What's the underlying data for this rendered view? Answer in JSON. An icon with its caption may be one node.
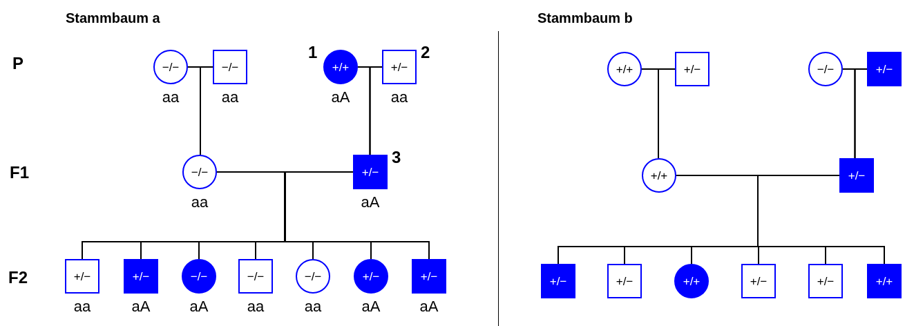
{
  "diagram": {
    "nodes": [
      {
        "text": [
          "−/−"
        ],
        "beside": [
          "aa"
        ]
      },
      {
        "text": [
          "−/−"
        ],
        "beside": [
          "aa"
        ]
      },
      {
        "text": [
          "+/+"
        ],
        "beside": [
          "1",
          "aA"
        ]
      },
      {
        "text": [
          "+/−"
        ],
        "beside": [
          "2",
          "aa"
        ]
      },
      {
        "text": [
          "−/−"
        ],
        "beside": [
          "aa"
        ]
      },
      {
        "text": [
          "+/−"
        ],
        "beside": [
          "3",
          "aA"
        ]
      },
      {
        "text": [
          "+/−"
        ],
        "beside": [
          "aa"
        ]
      },
      {
        "text": [
          "+/−"
        ],
        "beside": [
          "aA"
        ]
      },
      {
        "text": [
          "−/−"
        ],
        "beside": [
          "aA"
        ]
      },
      {
        "text": [
          "−/−"
        ],
        "beside": [
          "aa"
        ]
      },
      {
        "text": [
          "−/−"
        ],
        "beside": [
          "aa"
        ]
      },
      {
        "text": [
          "+/−"
        ],
        "beside": [
          "aA"
        ]
      },
      {
        "text": [
          "+/−"
        ],
        "beside": [
          "aA"
        ]
      },
      {
        "text": [
          "+/+"
        ]
      },
      {
        "text": [
          "+/−"
        ]
      },
      {
        "text": [
          "−/−"
        ]
      },
      {
        "text": [
          "+/−"
        ]
      },
      {
        "text": [
          "+/+"
        ]
      },
      {
        "text": [
          "+/−"
        ]
      },
      {
        "text": [
          "+/−"
        ]
      },
      {
        "text": [
          "+/−"
        ]
      },
      {
        "text": [
          "+/+"
        ]
      },
      {
        "text": [
          "+/−"
        ]
      },
      {
        "text": [
          "+/−"
        ]
      },
      {
        "text": [
          "+/+"
        ]
      }
    ],
    "edges": [
      {
        "from": 0,
        "to": 1,
        "arrow": "none"
      },
      {
        "from": 2,
        "to": 3,
        "arrow": "none"
      },
      {
        "from": 0,
        "to": 4,
        "arrow": "none"
      },
      {
        "from": 1,
        "to": 4,
        "arrow": "none"
      },
      {
        "from": 2,
        "to": 5,
        "arrow": "none"
      },
      {
        "from": 3,
        "to": 5,
        "arrow": "none"
      },
      {
        "from": 4,
        "to": 5,
        "arrow": "none"
      },
      {
        "from": 4,
        "to": 6,
        "arrow": "none"
      },
      {
        "from": 5,
        "to": 6,
        "arrow": "none"
      },
      {
        "from": 4,
        "to": 7,
        "arrow": "none"
      },
      {
        "from": 5,
        "to": 7,
        "arrow": "none"
      },
      {
        "from": 4,
        "to": 8,
        "arrow": "none"
      },
      {
        "from": 5,
        "to": 8,
        "arrow": "none"
      },
      {
        "from": 4,
        "to": 9,
        "arrow": "none"
      },
      {
        "from": 5,
        "to": 9,
        "arrow": "none"
      },
      {
        "from": 4,
        "to": 10,
        "arrow": "none"
      },
      {
        "from": 5,
        "to": 10,
        "arrow": "none"
      },
      {
        "from": 4,
        "to": 11,
        "arrow": "none"
      },
      {
        "from": 5,
        "to": 11,
        "arrow": "none"
      },
      {
        "from": 4,
        "to": 12,
        "arrow": "none"
      },
      {
        "from": 5,
        "to": 12,
        "arrow": "none"
      },
      {
        "from": 13,
        "to": 14,
        "arrow": "none"
      },
      {
        "from": 15,
        "to": 16,
        "arrow": "none"
      },
      {
        "from": 13,
        "to": 17,
        "arrow": "none"
      },
      {
        "from": 14,
        "to": 17,
        "arrow": "none"
      },
      {
        "from": 15,
        "to": 18,
        "arrow": "none"
      },
      {
        "from": 16,
        "to": 18,
        "arrow": "none"
      },
      {
        "from": 17,
        "to": 18,
        "arrow": "none"
      },
      {
        "from": 17,
        "to": 19,
        "arrow": "none"
      },
      {
        "from": 18,
        "to": 19,
        "arrow": "none"
      },
      {
        "from": 17,
        "to": 20,
        "arrow": "none"
      },
      {
        "from": 18,
        "to": 20,
        "arrow": "none"
      },
      {
        "from": 17,
        "to": 21,
        "arrow": "none"
      },
      {
        "from": 18,
        "to": 21,
        "arrow": "none"
      },
      {
        "from": 17,
        "to": 22,
        "arrow": "none"
      },
      {
        "from": 18,
        "to": 22,
        "arrow": "none"
      },
      {
        "from": 17,
        "to": 23,
        "arrow": "none"
      },
      {
        "from": 18,
        "to": 23,
        "arrow": "none"
      },
      {
        "from": 17,
        "to": 24,
        "arrow": "none"
      },
      {
        "from": 18,
        "to": 24,
        "arrow": "none"
      }
    ],
    "labels": [
      "Stammbaum a",
      "Stammbaum b",
      "P",
      "F1",
      "F2"
    ]
  }
}
